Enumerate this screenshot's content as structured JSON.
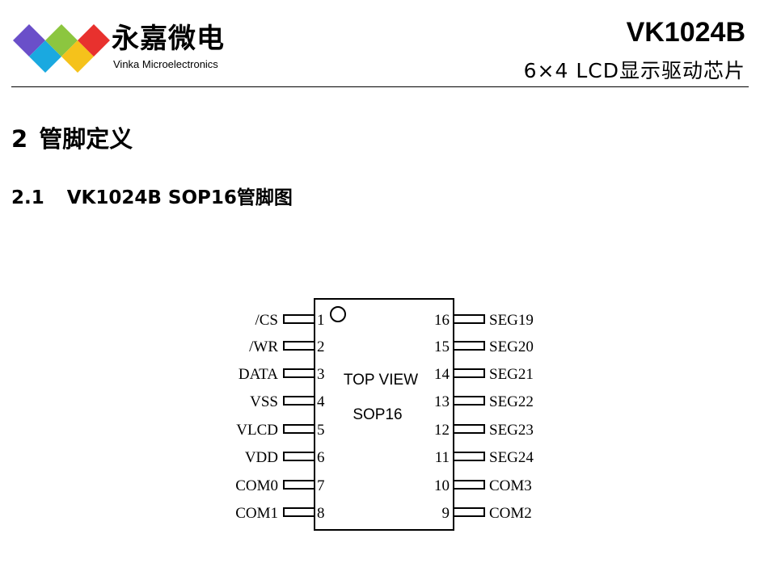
{
  "header": {
    "brand_cn": "永嘉微电",
    "brand_en": "Vinka Microelectronics",
    "doc_title": "VK1024B",
    "doc_subtitle": "6×4  LCD显示驱动芯片"
  },
  "logo": {
    "colors": [
      "#6a4fc9",
      "#1aa9e0",
      "#8cc63f",
      "#f5c21b",
      "#e8312e"
    ]
  },
  "section": {
    "number": "2",
    "title": "管脚定义"
  },
  "subsection": {
    "number": "2.1",
    "title": "VK1024B SOP16管脚图"
  },
  "chip": {
    "top_label": "TOP VIEW",
    "package_label": "SOP16",
    "left_pins": [
      {
        "num": "1",
        "name": "/CS"
      },
      {
        "num": "2",
        "name": "/WR"
      },
      {
        "num": "3",
        "name": "DATA"
      },
      {
        "num": "4",
        "name": "VSS"
      },
      {
        "num": "5",
        "name": "VLCD"
      },
      {
        "num": "6",
        "name": "VDD"
      },
      {
        "num": "7",
        "name": "COM0"
      },
      {
        "num": "8",
        "name": "COM1"
      }
    ],
    "right_pins": [
      {
        "num": "16",
        "name": "SEG19"
      },
      {
        "num": "15",
        "name": "SEG20"
      },
      {
        "num": "14",
        "name": "SEG21"
      },
      {
        "num": "13",
        "name": "SEG22"
      },
      {
        "num": "12",
        "name": "SEG23"
      },
      {
        "num": "11",
        "name": "SEG24"
      },
      {
        "num": "10",
        "name": "COM3"
      },
      {
        "num": "9",
        "name": "COM2"
      }
    ]
  }
}
